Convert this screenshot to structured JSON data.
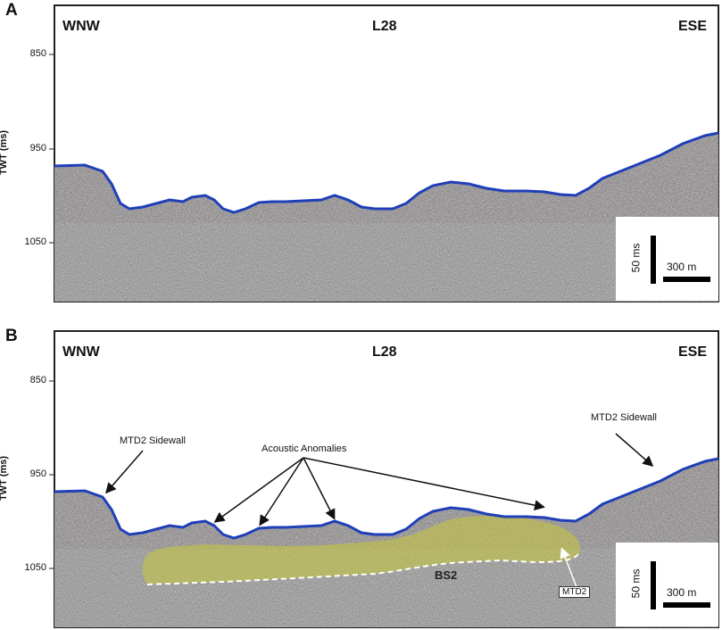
{
  "panels": [
    {
      "letter": "A",
      "left_dir": "WNW",
      "line": "L28",
      "right_dir": "ESE",
      "ylabel": "TWT (ms)",
      "ticks": [
        "850",
        "950",
        "1050"
      ],
      "scale_v": "50 ms",
      "scale_h": "300 m"
    },
    {
      "letter": "B",
      "left_dir": "WNW",
      "line": "L28",
      "right_dir": "ESE",
      "ylabel": "TWT (ms)",
      "ticks": [
        "850",
        "950",
        "1050"
      ],
      "scale_v": "50 ms",
      "scale_h": "300 m",
      "annotations": {
        "sidewall_left": "MTD2 Sidewall",
        "sidewall_right": "MTD2 Sidewall",
        "anomalies": "Acoustic Anomalies",
        "bs2": "BS2",
        "mtd2": "MTD2"
      }
    }
  ],
  "colors": {
    "seafloor": "#1f3fb8",
    "mtd_fill": "#c9c83a",
    "noise_bg": "#7a7a7a"
  }
}
